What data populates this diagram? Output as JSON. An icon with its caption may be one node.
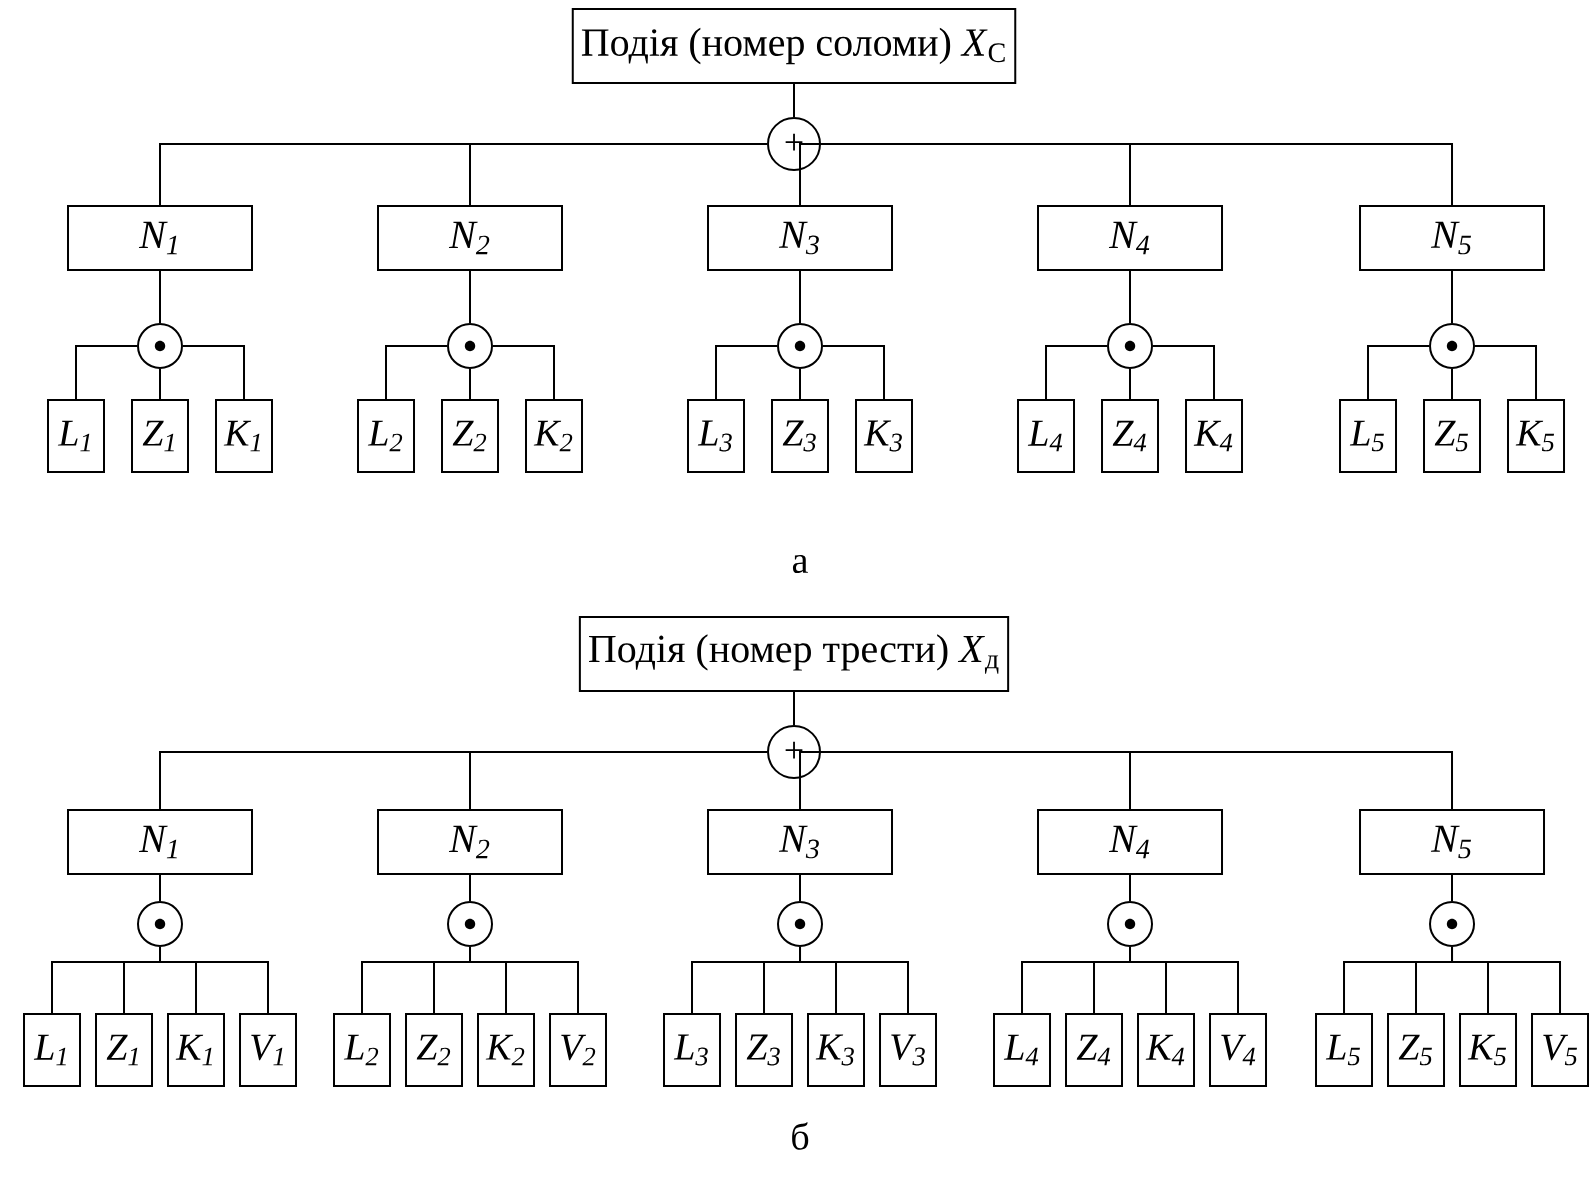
{
  "diagram": {
    "nodes": [
      {
        "text": [
          "Подія (номер соломи) *X*$_{C}$"
        ]
      },
      {
        "text": [
          "+"
        ]
      },
      {
        "text": [
          "N$_{1}$"
        ]
      },
      {
        "text": [],
        "shape": "circle"
      },
      {
        "text": [
          "L$_{1}$"
        ]
      },
      {
        "text": [
          "Z$_{1}$"
        ]
      },
      {
        "text": [
          "K$_{1}$"
        ]
      },
      {
        "text": [
          "N$_{2}$"
        ]
      },
      {
        "text": [],
        "shape": "circle"
      },
      {
        "text": [
          "L$_{2}$"
        ]
      },
      {
        "text": [
          "Z$_{2}$"
        ]
      },
      {
        "text": [
          "K$_{2}$"
        ]
      },
      {
        "text": [
          "N$_{3}$"
        ]
      },
      {
        "text": [],
        "shape": "circle"
      },
      {
        "text": [
          "L$_{3}$"
        ]
      },
      {
        "text": [
          "Z$_{3}$"
        ]
      },
      {
        "text": [
          "K$_{3}$"
        ]
      },
      {
        "text": [
          "N$_{4}$"
        ]
      },
      {
        "text": [],
        "shape": "circle"
      },
      {
        "text": [
          "L$_{4}$"
        ]
      },
      {
        "text": [
          "Z$_{4}$"
        ]
      },
      {
        "text": [
          "K$_{4}$"
        ]
      },
      {
        "text": [
          "N$_{5}$"
        ]
      },
      {
        "text": [],
        "shape": "circle"
      },
      {
        "text": [
          "L$_{5}$"
        ]
      },
      {
        "text": [
          "Z$_{5}$"
        ]
      },
      {
        "text": [
          "K$_{5}$"
        ]
      },
      {
        "text": [
          "Подія (номер трести) *X*$_{д}$"
        ]
      },
      {
        "text": [
          "+"
        ]
      },
      {
        "text": [
          "N$_{1}$"
        ]
      },
      {
        "text": [],
        "shape": "circle"
      },
      {
        "text": [
          "L$_{1}$"
        ]
      },
      {
        "text": [
          "Z$_{1}$"
        ]
      },
      {
        "text": [
          "K$_{1}$"
        ]
      },
      {
        "text": [
          "V$_{1}$"
        ]
      },
      {
        "text": [
          "N$_{2}$"
        ]
      },
      {
        "text": [],
        "shape": "circle"
      },
      {
        "text": [
          "L$_{2}$"
        ]
      },
      {
        "text": [
          "Z$_{2}$"
        ]
      },
      {
        "text": [
          "K$_{2}$"
        ]
      },
      {
        "text": [
          "V$_{2}$"
        ]
      },
      {
        "text": [
          "N$_{3}$"
        ]
      },
      {
        "text": [],
        "shape": "circle"
      },
      {
        "text": [
          "L$_{3}$"
        ]
      },
      {
        "text": [
          "Z$_{3}$"
        ]
      },
      {
        "text": [
          "K$_{3}$"
        ]
      },
      {
        "text": [
          "V$_{3}$"
        ]
      },
      {
        "text": [
          "N$_{4}$"
        ]
      },
      {
        "text": [],
        "shape": "circle"
      },
      {
        "text": [
          "L$_{4}$"
        ]
      },
      {
        "text": [
          "Z$_{4}$"
        ]
      },
      {
        "text": [
          "K$_{4}$"
        ]
      },
      {
        "text": [
          "V$_{4}$"
        ]
      },
      {
        "text": [
          "N$_{5}$"
        ]
      },
      {
        "text": [],
        "shape": "circle"
      },
      {
        "text": [
          "L$_{5}$"
        ]
      },
      {
        "text": [
          "Z$_{5}$"
        ]
      },
      {
        "text": [
          "K$_{5}$"
        ]
      },
      {
        "text": [
          "V$_{5}$"
        ]
      }
    ],
    "edges": [
      {
        "from": 0,
        "to": 1,
        "arrow": "none"
      },
      {
        "from": 1,
        "to": 2,
        "arrow": "none"
      },
      {
        "from": 1,
        "to": 7,
        "arrow": "none"
      },
      {
        "from": 1,
        "to": 12,
        "arrow": "none"
      },
      {
        "from": 1,
        "to": 17,
        "arrow": "none"
      },
      {
        "from": 1,
        "to": 22,
        "arrow": "none"
      },
      {
        "from": 2,
        "to": 3,
        "arrow": "none"
      },
      {
        "from": 3,
        "to": 4,
        "arrow": "none"
      },
      {
        "from": 3,
        "to": 5,
        "arrow": "none"
      },
      {
        "from": 3,
        "to": 6,
        "arrow": "none"
      },
      {
        "from": 7,
        "to": 8,
        "arrow": "none"
      },
      {
        "from": 8,
        "to": 9,
        "arrow": "none"
      },
      {
        "from": 8,
        "to": 10,
        "arrow": "none"
      },
      {
        "from": 8,
        "to": 11,
        "arrow": "none"
      },
      {
        "from": 12,
        "to": 13,
        "arrow": "none"
      },
      {
        "from": 13,
        "to": 14,
        "arrow": "none"
      },
      {
        "from": 13,
        "to": 15,
        "arrow": "none"
      },
      {
        "from": 13,
        "to": 16,
        "arrow": "none"
      },
      {
        "from": 17,
        "to": 18,
        "arrow": "none"
      },
      {
        "from": 18,
        "to": 19,
        "arrow": "none"
      },
      {
        "from": 18,
        "to": 20,
        "arrow": "none"
      },
      {
        "from": 18,
        "to": 21,
        "arrow": "none"
      },
      {
        "from": 22,
        "to": 23,
        "arrow": "none"
      },
      {
        "from": 23,
        "to": 24,
        "arrow": "none"
      },
      {
        "from": 23,
        "to": 25,
        "arrow": "none"
      },
      {
        "from": 23,
        "to": 26,
        "arrow": "none"
      },
      {
        "from": 27,
        "to": 28,
        "arrow": "none"
      },
      {
        "from": 28,
        "to": 29,
        "arrow": "none"
      },
      {
        "from": 28,
        "to": 35,
        "arrow": "none"
      },
      {
        "from": 28,
        "to": 41,
        "arrow": "none"
      },
      {
        "from": 28,
        "to": 47,
        "arrow": "none"
      },
      {
        "from": 28,
        "to": 53,
        "arrow": "none"
      },
      {
        "from": 29,
        "to": 30,
        "arrow": "none"
      },
      {
        "from": 30,
        "to": 31,
        "arrow": "none"
      },
      {
        "from": 30,
        "to": 32,
        "arrow": "none"
      },
      {
        "from": 30,
        "to": 33,
        "arrow": "none"
      },
      {
        "from": 30,
        "to": 34,
        "arrow": "none"
      },
      {
        "from": 35,
        "to": 36,
        "arrow": "none"
      },
      {
        "from": 36,
        "to": 37,
        "arrow": "none"
      },
      {
        "from": 36,
        "to": 38,
        "arrow": "none"
      },
      {
        "from": 36,
        "to": 39,
        "arrow": "none"
      },
      {
        "from": 36,
        "to": 40,
        "arrow": "none"
      },
      {
        "from": 41,
        "to": 42,
        "arrow": "none"
      },
      {
        "from": 42,
        "to": 43,
        "arrow": "none"
      },
      {
        "from": 42,
        "to": 44,
        "arrow": "none"
      },
      {
        "from": 42,
        "to": 45,
        "arrow": "none"
      },
      {
        "from": 42,
        "to": 46,
        "arrow": "none"
      },
      {
        "from": 47,
        "to": 48,
        "arrow": "none"
      },
      {
        "from": 48,
        "to": 49,
        "arrow": "none"
      },
      {
        "from": 48,
        "to": 50,
        "arrow": "none"
      },
      {
        "from": 48,
        "to": 51,
        "arrow": "none"
      },
      {
        "from": 48,
        "to": 52,
        "arrow": "none"
      },
      {
        "from": 53,
        "to": 54,
        "arrow": "none"
      },
      {
        "from": 54,
        "to": 55,
        "arrow": "none"
      },
      {
        "from": 54,
        "to": 56,
        "arrow": "none"
      },
      {
        "from": 54,
        "to": 57,
        "arrow": "none"
      },
      {
        "from": 54,
        "to": 58,
        "arrow": "none"
      }
    ],
    "labels": [
      "а",
      "б"
    ]
  }
}
